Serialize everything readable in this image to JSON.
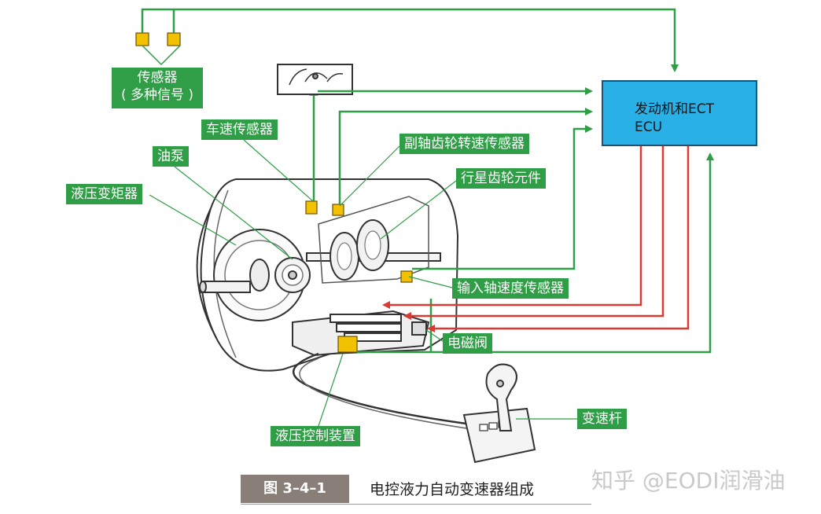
{
  "labels": {
    "sensors": "传感器",
    "sensors_sub": "( 多种信号 )",
    "vehicle_speed_sensor": "车速传感器",
    "oil_pump": "油泵",
    "torque_converter": "液压变矩器",
    "counter_gear_sensor": "副轴齿轮转速传感器",
    "planetary_gear": "行星齿轮元件",
    "input_shaft_sensor": "输入轴速度传感器",
    "solenoid_valve": "电磁阀",
    "hydraulic_control": "液压控制装置",
    "shift_lever": "变速杆"
  },
  "ecu": {
    "line1": "发动机和ECT",
    "line2": "ECU"
  },
  "caption": {
    "figure_no": "图 3–4–1",
    "title": "电控液力自动变速器组成"
  },
  "watermark": "知乎 @EODI润滑油",
  "colors": {
    "green": "#2f9e46",
    "red": "#d83a36",
    "ecu_blue": "#29b0e6",
    "yellow": "#f2c200"
  }
}
